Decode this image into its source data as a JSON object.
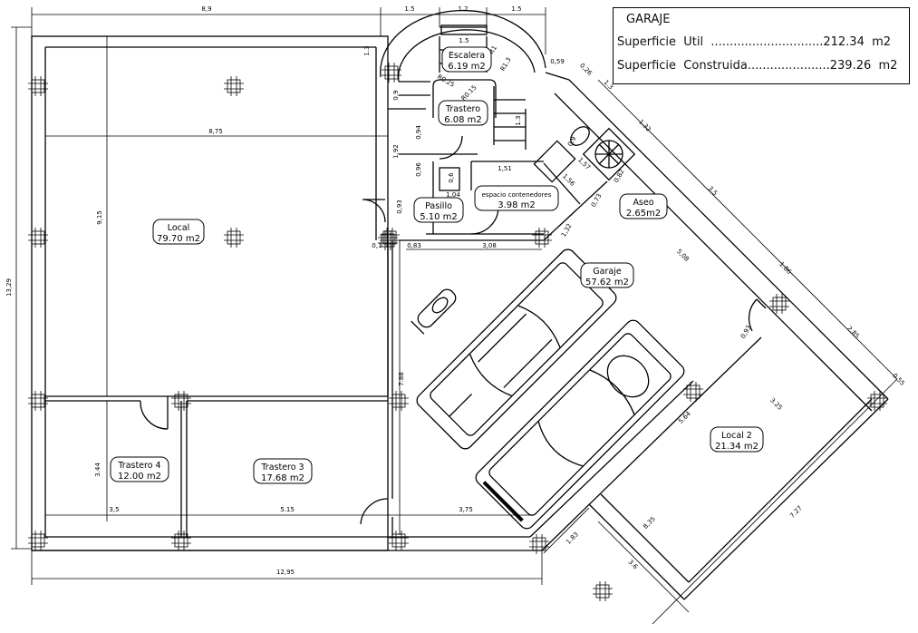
{
  "info_box": {
    "title": "GARAJE",
    "rows": [
      "Superficie  Util  ..............................212.34  m2",
      "Superficie  Construida......................239.26  m2"
    ]
  },
  "rooms": [
    {
      "name": "Local",
      "area": "79.70  m2"
    },
    {
      "name": "Escalera",
      "area": "6.19  m2"
    },
    {
      "name": "Trastero",
      "area": "6.08  m2"
    },
    {
      "name": "Pasillo",
      "area": "5.10  m2"
    },
    {
      "name": "espacio contenedores",
      "area": "3.98  m2"
    },
    {
      "name": "Aseo",
      "area": "2.65m2"
    },
    {
      "name": "Garaje",
      "area": "57.62  m2"
    },
    {
      "name": "Trastero  4",
      "area": "12.00  m2"
    },
    {
      "name": "Trastero  3",
      "area": "17.68  m2"
    },
    {
      "name": "Local  2",
      "area": "21.34  m2"
    }
  ],
  "dims": [
    "8,9",
    "1.5",
    "1.2",
    "1.5",
    "13,29",
    "1.3",
    "8,75",
    "9,15",
    "0,9",
    "0,94",
    "1,92",
    "0,96",
    "0,6",
    "1,51",
    "1,04",
    "0,93",
    "0,1",
    "0,83",
    "3,08",
    "1.5",
    "R1",
    "R1.3",
    "R0.25",
    "R0.15",
    "1.3",
    "0,59",
    "0,26",
    "1.3",
    "1.32",
    "0,9",
    "1,57",
    "1,56",
    "0,73",
    "0,82",
    "1,32",
    "3.5",
    "5,08",
    "1.86",
    "2.85",
    "0.55",
    "0,93",
    "3.25",
    "5.64",
    "7.88",
    "3.44",
    "3,5",
    "5.15",
    "3,75",
    "12,95",
    "8,35",
    "1.83",
    "3.6",
    "7.27"
  ]
}
